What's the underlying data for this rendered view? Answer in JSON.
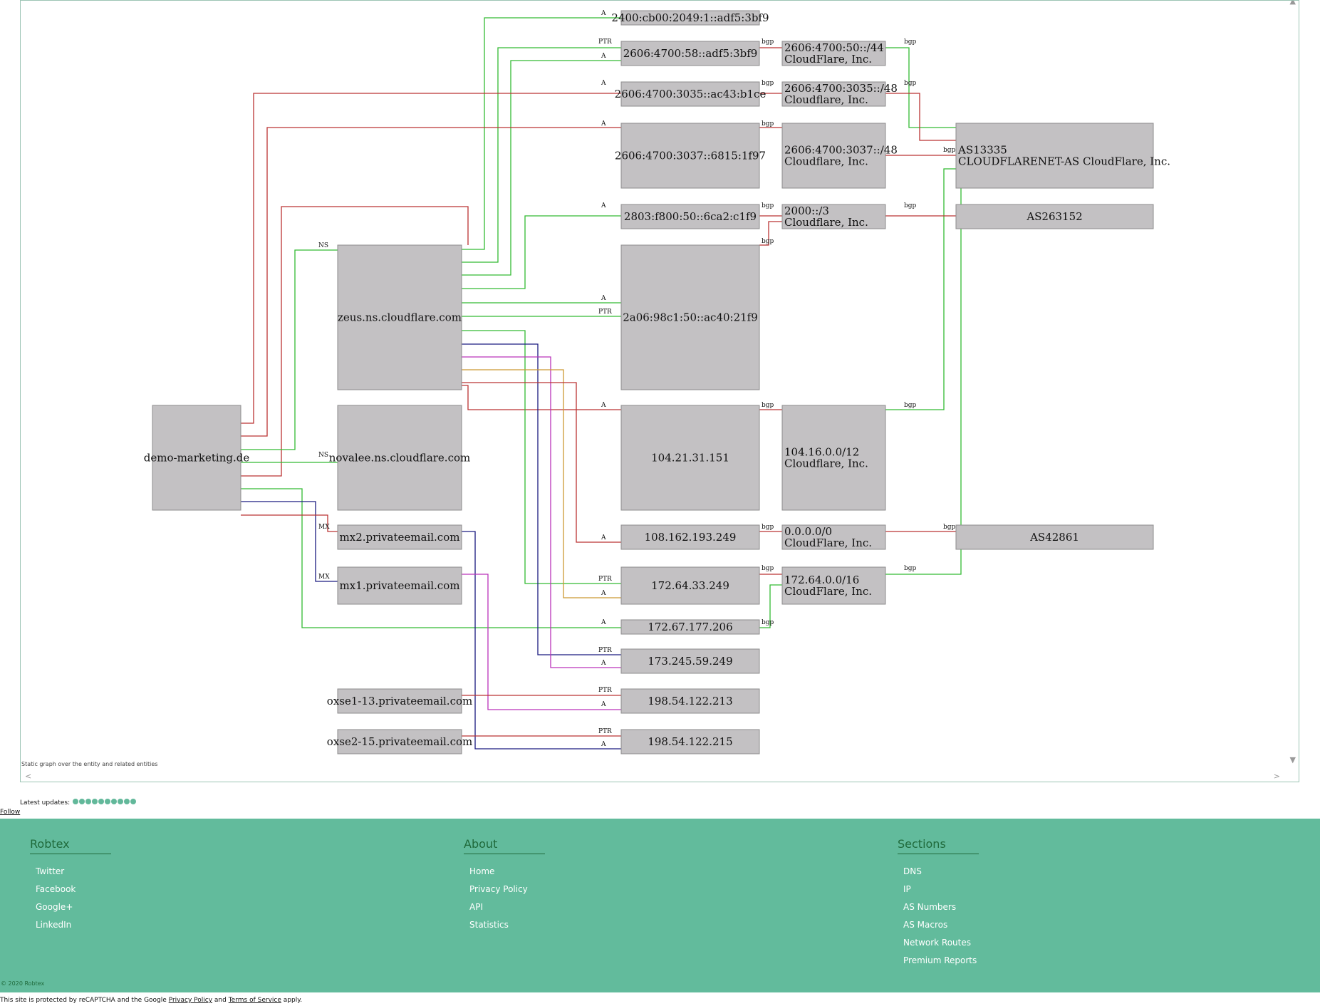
{
  "graph": {
    "caption": "Static graph over the entity and related entities",
    "nodes": [
      {
        "id": "n-ipv6-2400",
        "label": "2400:cb00:2049:1::adf5:3bf9"
      },
      {
        "id": "n-ipv6-2606-58",
        "label": "2606:4700:58::adf5:3bf9"
      },
      {
        "id": "n-ipv6-2606-3035",
        "label": "2606:4700:3035::ac43:b1ce"
      },
      {
        "id": "n-ipv6-2606-3037",
        "label": "2606:4700:3037::6815:1f97"
      },
      {
        "id": "n-ipv6-2803",
        "label": "2803:f800:50::6ca2:c1f9"
      },
      {
        "id": "n-ipv6-2a06",
        "label": "2a06:98c1:50::ac40:21f9"
      },
      {
        "id": "n-ip-104",
        "label": "104.21.31.151"
      },
      {
        "id": "n-ip-108",
        "label": "108.162.193.249"
      },
      {
        "id": "n-ip-172-64",
        "label": "172.64.33.249"
      },
      {
        "id": "n-ip-172-67",
        "label": "172.67.177.206"
      },
      {
        "id": "n-ip-173",
        "label": "173.245.59.249"
      },
      {
        "id": "n-ip-198-213",
        "label": "198.54.122.213"
      },
      {
        "id": "n-ip-198-215",
        "label": "198.54.122.215"
      },
      {
        "id": "n-route-2606-50",
        "lines": [
          "2606:4700:50::/44",
          "CloudFlare, Inc."
        ]
      },
      {
        "id": "n-route-2606-3035",
        "lines": [
          "2606:4700:3035::/48",
          "Cloudflare, Inc."
        ]
      },
      {
        "id": "n-route-2606-3037",
        "lines": [
          "2606:4700:3037::/48",
          "Cloudflare, Inc."
        ]
      },
      {
        "id": "n-route-2000",
        "lines": [
          "2000::/3",
          "Cloudflare, Inc."
        ]
      },
      {
        "id": "n-route-104",
        "lines": [
          "104.16.0.0/12",
          "Cloudflare, Inc."
        ]
      },
      {
        "id": "n-route-0",
        "lines": [
          "0.0.0.0/0",
          "CloudFlare, Inc."
        ]
      },
      {
        "id": "n-route-172",
        "lines": [
          "172.64.0.0/16",
          "CloudFlare, Inc."
        ]
      },
      {
        "id": "n-as13335",
        "lines": [
          "AS13335",
          "CLOUDFLARENET-AS CloudFlare, Inc."
        ]
      },
      {
        "id": "n-as263152",
        "label": "AS263152"
      },
      {
        "id": "n-as42861",
        "label": "AS42861"
      },
      {
        "id": "n-zeus",
        "label": "zeus.ns.cloudflare.com"
      },
      {
        "id": "n-novalee",
        "label": "novalee.ns.cloudflare.com"
      },
      {
        "id": "n-demo",
        "label": "demo-marketing.de"
      },
      {
        "id": "n-mx2",
        "label": "mx2.privateemail.com"
      },
      {
        "id": "n-mx1",
        "label": "mx1.privateemail.com"
      },
      {
        "id": "n-oxse1",
        "label": "oxse1-13.privateemail.com"
      },
      {
        "id": "n-oxse2",
        "label": "oxse2-15.privateemail.com"
      }
    ],
    "edge_labels": {
      "a": "A",
      "ptr": "PTR",
      "ns": "NS",
      "mx": "MX",
      "bgp": "bgp"
    }
  },
  "latest_updates": {
    "label": "Latest updates:",
    "count": 10
  },
  "follow": "Follow",
  "footer": {
    "columns": [
      {
        "title": "Robtex",
        "items": [
          "Twitter",
          "Facebook",
          "Google+",
          "LinkedIn"
        ]
      },
      {
        "title": "About",
        "items": [
          "Home",
          "Privacy Policy",
          "API",
          "Statistics"
        ]
      },
      {
        "title": "Sections",
        "items": [
          "DNS",
          "IP",
          "AS Numbers",
          "AS Macros",
          "Network Routes",
          "Premium Reports"
        ]
      }
    ],
    "copyright": "© 2020 Robtex"
  },
  "recaptcha": {
    "prefix": "This site is protected by reCAPTCHA and the Google",
    "privacy": "Privacy Policy",
    "and": "and",
    "terms": "Terms of Service",
    "suffix": "apply."
  },
  "colors": {
    "green": "#33bb33",
    "red": "#bb3333",
    "navy": "#1a1a80",
    "magenta": "#bb33bb",
    "orange": "#cc9933",
    "footer": "#62bb9c"
  }
}
